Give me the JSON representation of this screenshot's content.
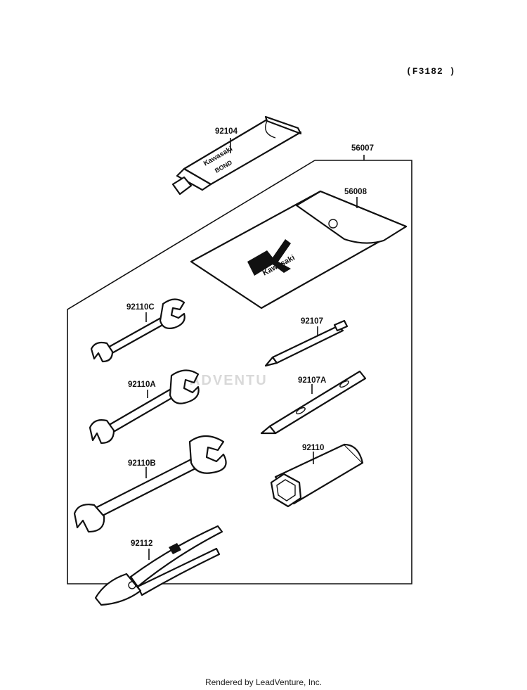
{
  "diagram_code": "(F3182 )",
  "watermark": "ADVENTU",
  "footer": "Rendered by LeadVenture, Inc.",
  "parts": [
    {
      "id": "92104",
      "label": "92104",
      "item": "bond-tube",
      "tube_text": [
        "Kawasaki",
        "BOND"
      ]
    },
    {
      "id": "56007",
      "label": "56007",
      "item": "tool-kit-outline"
    },
    {
      "id": "56008",
      "label": "56008",
      "item": "tool-bag",
      "bag_text": "Kawasaki"
    },
    {
      "id": "92110C",
      "label": "92110C",
      "item": "wrench-small"
    },
    {
      "id": "92110A",
      "label": "92110A",
      "item": "wrench-medium"
    },
    {
      "id": "92110B",
      "label": "92110B",
      "item": "wrench-large"
    },
    {
      "id": "92107",
      "label": "92107",
      "item": "screwdriver-bit"
    },
    {
      "id": "92107A",
      "label": "92107A",
      "item": "screwdriver-handle"
    },
    {
      "id": "92110",
      "label": "92110",
      "item": "spark-plug-socket"
    },
    {
      "id": "92112",
      "label": "92112",
      "item": "pliers"
    }
  ]
}
